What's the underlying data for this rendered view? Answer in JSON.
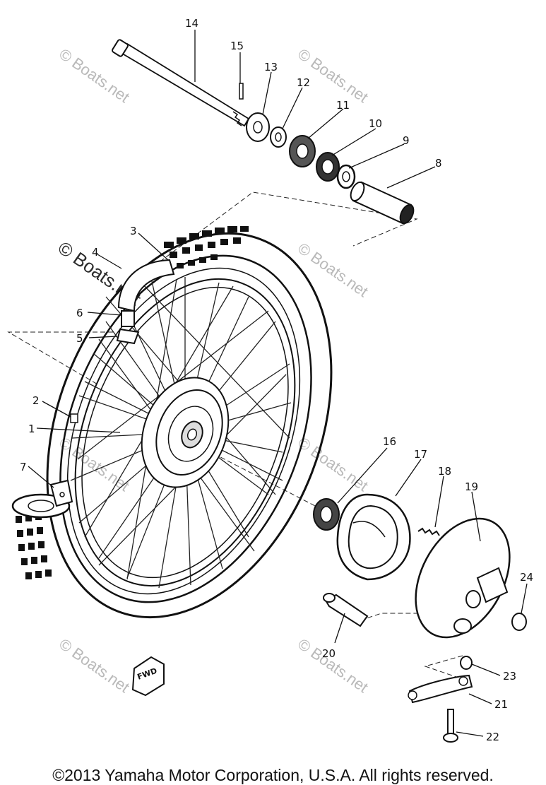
{
  "callouts": [
    "1",
    "2",
    "3",
    "4",
    "5",
    "6",
    "7",
    "8",
    "9",
    "10",
    "11",
    "12",
    "13",
    "14",
    "15",
    "16",
    "17",
    "18",
    "19",
    "20",
    "21",
    "22",
    "23",
    "24"
  ],
  "watermark": {
    "text": "© Boats.net"
  },
  "fwd_marker": {
    "text": "FWD"
  },
  "footer": {
    "copyright": "©2013 Yamaha Motor Corporation, U.S.A. All rights reserved."
  },
  "colors": {
    "ink": "#111111",
    "watermark": "#b9b9b9",
    "background": "#ffffff"
  }
}
